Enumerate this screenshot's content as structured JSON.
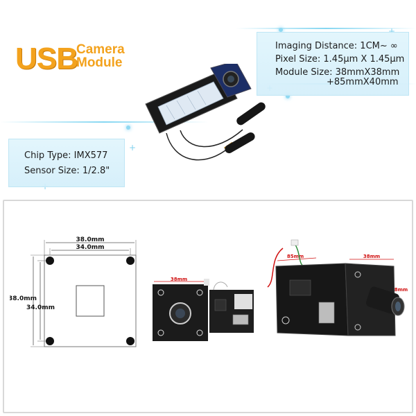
{
  "brand": {
    "usb": "USB",
    "line1": "Camera",
    "line2": "Module",
    "color": "#f3a21d"
  },
  "specs_right": [
    "Imaging Distance: 1CM~ ∞",
    "Pixel Size:  1.45μm X 1.45μm",
    "Module Size: 38mmX38mm",
    "+85mmX40mm"
  ],
  "specs_left": [
    "Chip Type: IMX577",
    "Sensor Size: 1/2.8\""
  ],
  "drawing": {
    "outer_width": "38.0mm",
    "inner_width": "34.0mm",
    "outer_height": "38.0mm",
    "inner_height": "34.0mm"
  },
  "photo_labels": {
    "board_width": "38mm",
    "assembly_length": "85mm",
    "assembly_width": "38mm",
    "assembly_side": "38mm"
  },
  "colors": {
    "accent_glow": "#8fd9f2",
    "dimension_red": "#d01010",
    "pcb_dark": "#1b1b1b"
  }
}
